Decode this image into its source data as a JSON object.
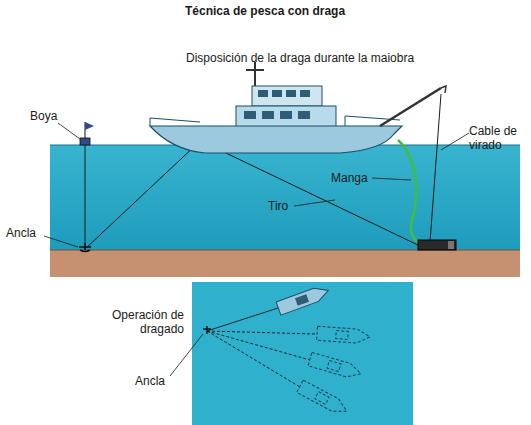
{
  "diagram": {
    "title": "Técnica de pesca con draga",
    "labels": [
      "Disposición de la draga durante la maiobra",
      "Boya",
      "Ancla",
      "Cable de virado",
      "Manga",
      "Tiro",
      "Operación de dragado",
      "Ancla"
    ]
  }
}
